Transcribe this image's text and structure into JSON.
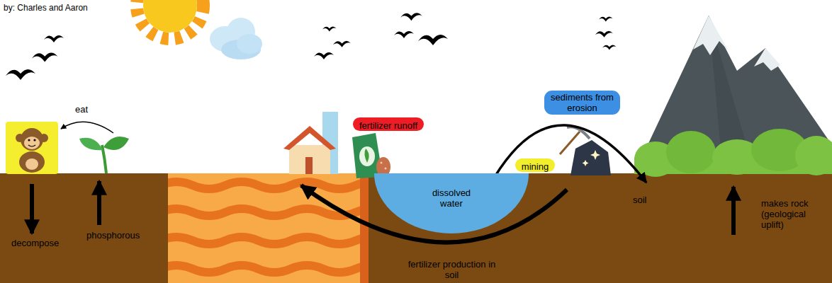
{
  "diagram": {
    "nodes": [
      {
        "text": [
          "fertilizer runoff"
        ]
      },
      {
        "text": [
          "sediments from erosion"
        ]
      },
      {
        "text": [
          "mining"
        ]
      },
      {
        "text": [
          "dissolved water"
        ]
      }
    ],
    "labels": [
      "by: Charles and Aaron",
      "eat",
      "decompose",
      "phosphorous",
      "soil",
      "makes rock (geological uplift)",
      "fertilizer production in soil"
    ]
  }
}
